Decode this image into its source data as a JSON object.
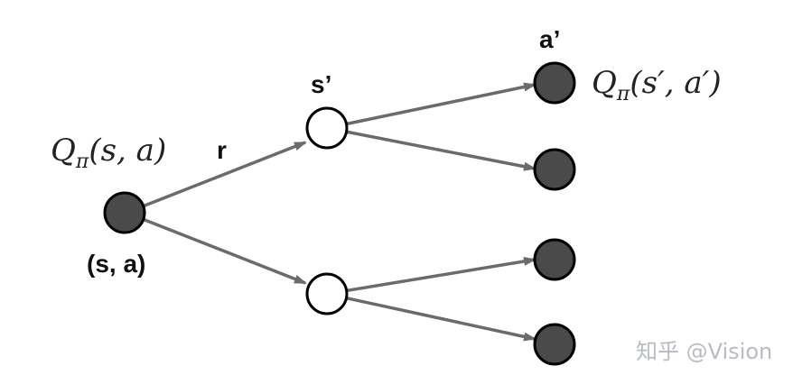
{
  "diagram": {
    "nodes": {
      "root": {
        "label": "(s, a)",
        "value_label": {
          "Q": "Q",
          "sub": "π",
          "args": "(s, a)"
        },
        "reward_label": "r"
      },
      "state_top": {
        "label": "s’"
      },
      "state_bottom": {
        "label": ""
      },
      "action_1": {
        "label": "a’",
        "value_label": {
          "Q": "Q",
          "sub": "π",
          "args": "(s′, a′)"
        }
      },
      "action_2": {
        "label": ""
      },
      "action_3": {
        "label": ""
      },
      "action_4": {
        "label": ""
      }
    },
    "colors": {
      "action_node_fill": "#4a4a4a",
      "state_node_fill": "#ffffff",
      "node_stroke": "#000000",
      "edge": "#6b6b6b"
    }
  },
  "watermark": {
    "text": "知乎 @Vision"
  }
}
